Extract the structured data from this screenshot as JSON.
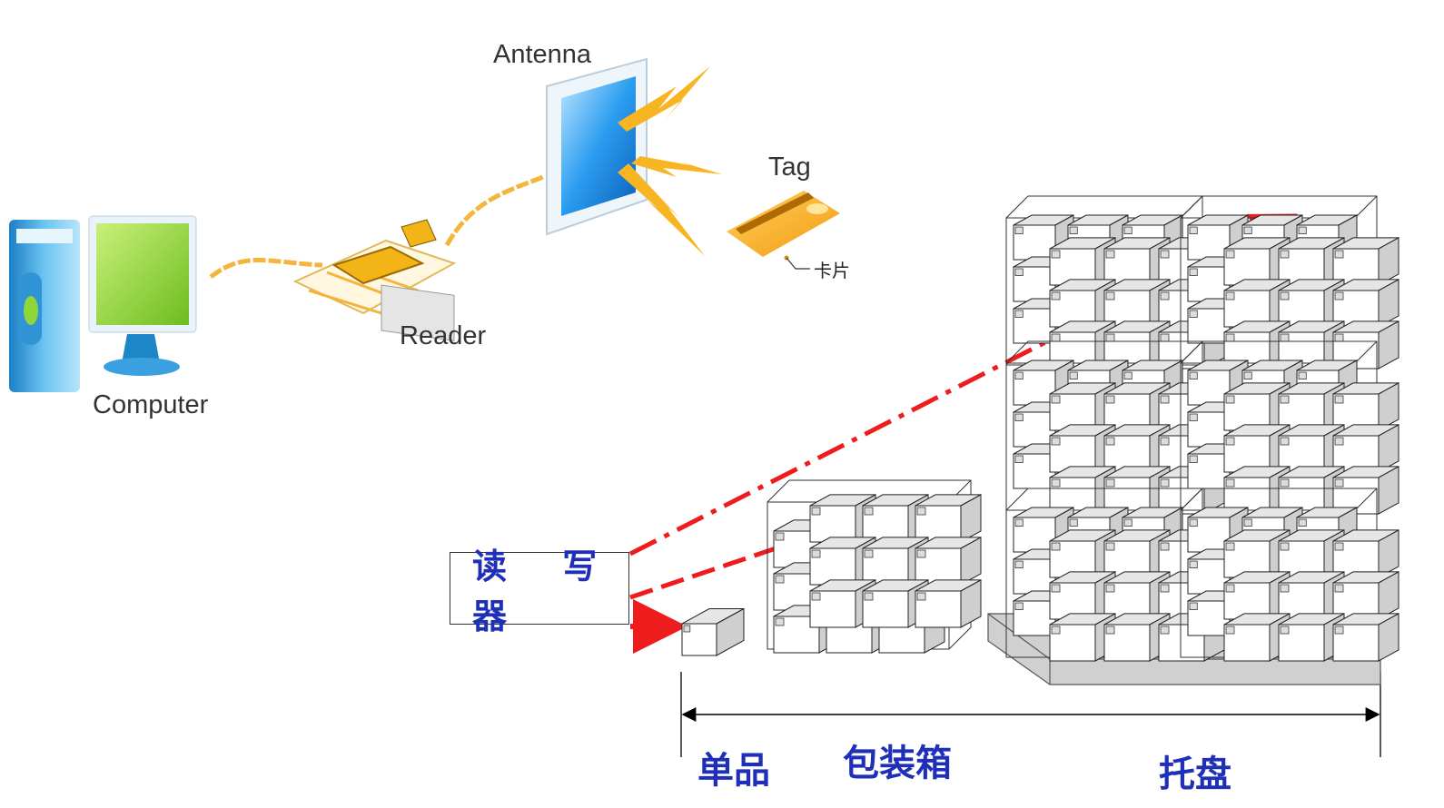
{
  "labels": {
    "antenna": "Antenna",
    "tag": "Tag",
    "reader": "Reader",
    "computer": "Computer",
    "card": "卡片"
  },
  "reader_writer_box": "读 写 器",
  "levels": {
    "item": "单品",
    "case": "包装箱",
    "pallet": "托盘"
  },
  "colors": {
    "arrow": "#ee1c1c",
    "text_cn": "#1f2fb8",
    "cable": "#f5b53c",
    "monitor_green": "#8fd63a",
    "tower_blue": "#3aa0e0",
    "antenna_blue": "#1f8fe6",
    "card_orange": "#f7a823",
    "pallet_gray": "#d0d0d0"
  },
  "icons": [
    "computer-icon",
    "reader-board-icon",
    "antenna-icon",
    "rfid-card-icon",
    "lightning-icon",
    "box-icon"
  ]
}
